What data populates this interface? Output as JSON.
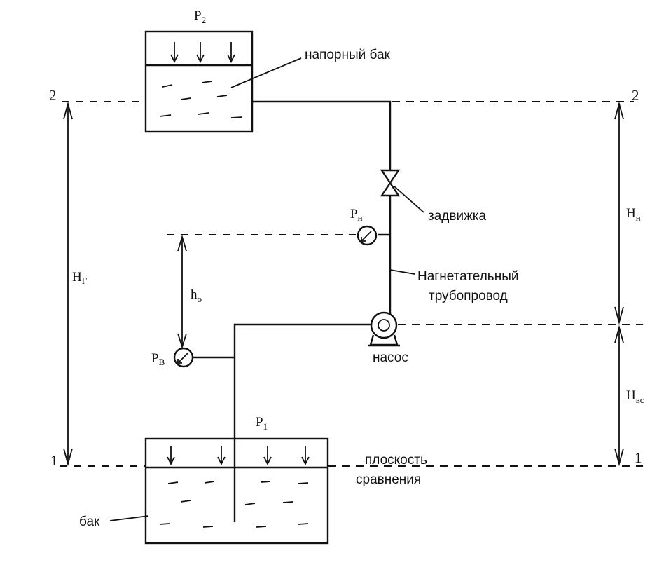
{
  "labels": {
    "pressure_top_main": "P",
    "pressure_top_sub": "2",
    "pressure_bottom_main": "P",
    "pressure_bottom_sub": "1",
    "header_tank": "напорный бак",
    "valve": "задвижка",
    "pipe_line1": "Нагнетательный",
    "pipe_line2": "трубопровод",
    "pump": "насос",
    "tank": "бак",
    "plane_line1": "плоскость",
    "plane_line2": "сравнения",
    "gauge_discharge_main": "P",
    "gauge_discharge_sub": "н",
    "gauge_suction_main": "P",
    "gauge_suction_sub": "В",
    "h0_main": "h",
    "h0_sub": "о",
    "hg_main": "H",
    "hg_sub": "Г",
    "hn_main": "H",
    "hn_sub": "н",
    "hvs_main": "H",
    "hvs_sub": "вс",
    "level2_left": "2",
    "level2_right": "2",
    "level1_left": "1",
    "level1_right": "1"
  },
  "colors": {
    "ink": "#111111",
    "background": "#ffffff"
  }
}
